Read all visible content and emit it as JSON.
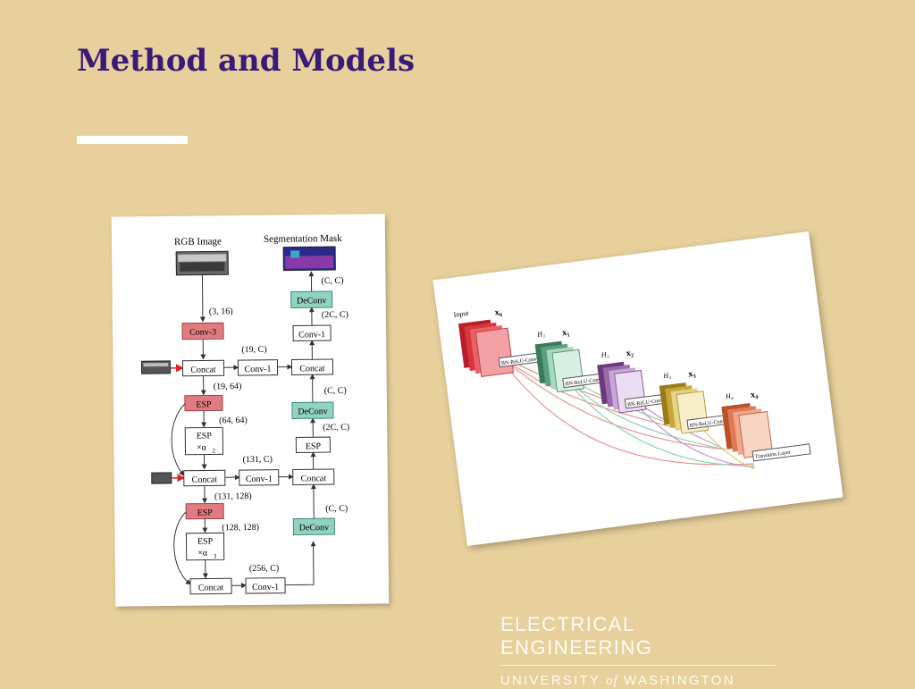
{
  "slide": {
    "title": "Method and Models"
  },
  "left_diagram": {
    "rgb_label": "RGB Image",
    "seg_label": "Segmentation Mask",
    "conv3": "Conv-3",
    "concat": "Concat",
    "conv1": "Conv-1",
    "esp": "ESP",
    "deconv": "DeConv",
    "esp_a2": "ESP",
    "a2": "×α",
    "a2_sub": "2",
    "esp_a3": "ESP",
    "a3": "×α",
    "a3_sub": "3",
    "dims": {
      "d_3_16": "(3, 16)",
      "d_19_C": "(19, C)",
      "d_19_64": "(19, 64)",
      "d_64_64": "(64, 64)",
      "d_131_C": "(131, C)",
      "d_131_128": "(131, 128)",
      "d_128_128": "(128, 128)",
      "d_256_C": "(256, C)",
      "d_C_C_top": "(C, C)",
      "d_2C_C_top": "(2C, C)",
      "d_C_C_mid": "(C, C)",
      "d_2C_C_mid": "(2C, C)",
      "d_C_C_low": "(C, C)"
    }
  },
  "right_diagram": {
    "input_label": "Input",
    "x0": "x₀",
    "x1": "x₁",
    "x2": "x₂",
    "x3": "x₃",
    "x4": "x₄",
    "h1": "H₁",
    "h2": "H₂",
    "h3": "H₃",
    "h4": "H₄",
    "bn": "BN-ReLU-Conv",
    "transition": "Transition Layer"
  },
  "footer": {
    "line1": "ELECTRICAL ENGINEERING",
    "line2_a": "UNIVERSITY",
    "line2_of": "of",
    "line2_b": "WASHINGTON"
  },
  "colors": {
    "title": "#3a1a78",
    "background": "#e8d09c",
    "red_block": "#e07c80",
    "teal_block": "#92d2c0",
    "red_stack": "#d9363c",
    "green_stack": "#4f9a78",
    "purple_stack": "#8a4e9a",
    "gold_stack": "#c9a63a",
    "orange_stack": "#e07a55"
  }
}
